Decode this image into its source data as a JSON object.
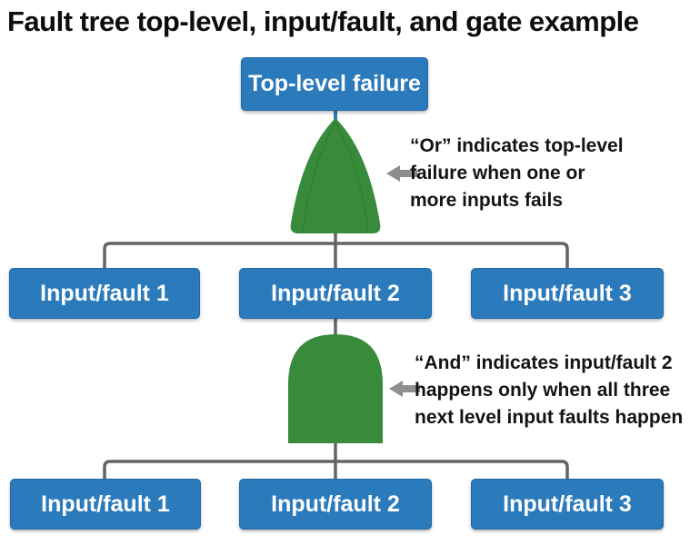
{
  "title": "Fault tree top-level, input/fault, and gate example",
  "colors": {
    "box_blue": "#2b7abc",
    "gate_green": "#398b3c",
    "gate_green_shade": "#2c7a30",
    "connector_gray": "#646464",
    "arrow_gray": "#8e8e8e",
    "text_black": "#0d0d0d",
    "box_text_white": "#ffffff"
  },
  "top_node": {
    "label": "Top-level failure"
  },
  "gates": {
    "or": {
      "type": "OR",
      "annotation_lines": [
        "“Or” indicates top-level",
        "failure when one or",
        "more inputs fails"
      ]
    },
    "and": {
      "type": "AND",
      "annotation_lines": [
        "“And” indicates input/fault 2",
        "happens only when all three",
        "next level input faults happen"
      ]
    }
  },
  "middle_row": [
    "Input/fault 1",
    "Input/fault 2",
    "Input/fault 3"
  ],
  "bottom_row": [
    "Input/fault 1",
    "Input/fault 2",
    "Input/fault 3"
  ]
}
